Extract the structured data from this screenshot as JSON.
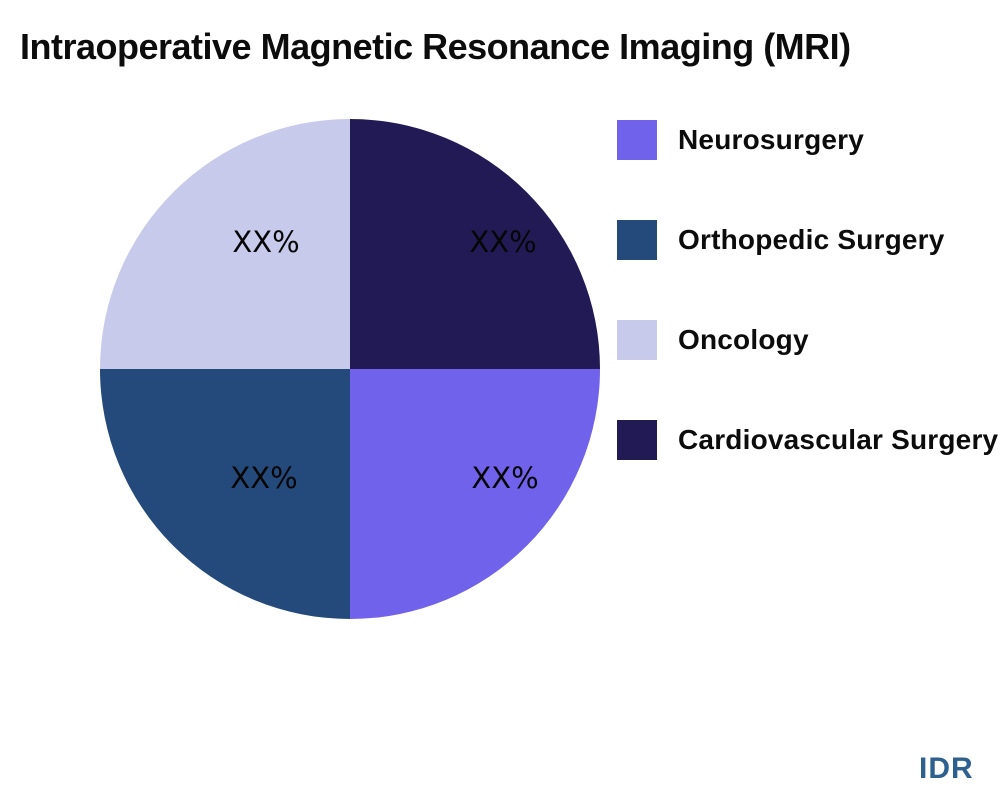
{
  "title": "Intraoperative Magnetic Resonance Imaging (MRI)",
  "watermark": "IDR",
  "chart_data": {
    "type": "pie",
    "title": "Intraoperative Magnetic Resonance Imaging (MRI)",
    "legend_position": "right",
    "labels_shown_as": "redacted percentages",
    "slices": [
      {
        "label": "Neurosurgery",
        "value_label": "XX%",
        "value": 25,
        "color": "#7062ea",
        "position": "bottom-right"
      },
      {
        "label": "Orthopedic Surgery",
        "value_label": "XX%",
        "value": 25,
        "color": "#234a7a",
        "position": "bottom-left"
      },
      {
        "label": "Oncology",
        "value_label": "XX%",
        "value": 25,
        "color": "#c8caec",
        "position": "top-left"
      },
      {
        "label": "Cardiovascular Surgery",
        "value_label": "XX%",
        "value": 25,
        "color": "#211a55",
        "position": "top-right"
      }
    ]
  }
}
